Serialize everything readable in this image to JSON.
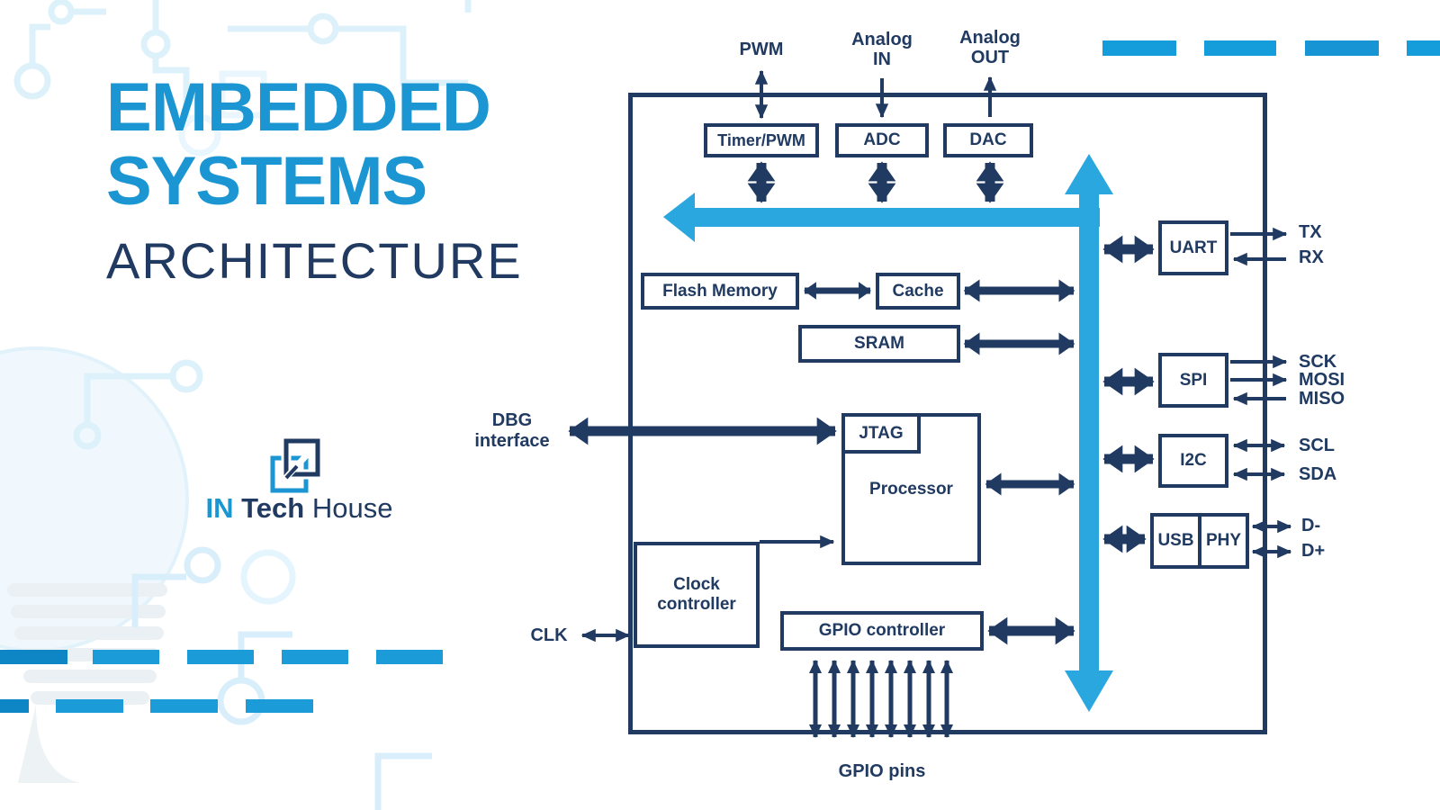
{
  "title": {
    "line1": "EMBEDDED",
    "line2": "SYSTEMS",
    "line3": "ARCHITECTURE"
  },
  "logo": {
    "in": "IN",
    "tech": "Tech",
    "house": "House"
  },
  "colors": {
    "navy": "#203A61",
    "title_blue": "#1B96D2",
    "bus_blue": "#2BA7DF",
    "dash_blue": "#149CDB",
    "dash_blue_dark": "#0E86C6"
  },
  "blocks": {
    "timer_pwm": "Timer/PWM",
    "adc": "ADC",
    "dac": "DAC",
    "flash": "Flash Memory",
    "cache": "Cache",
    "sram": "SRAM",
    "jtag": "JTAG",
    "processor": "Processor",
    "clock_line1": "Clock",
    "clock_line2": "controller",
    "gpio_controller": "GPIO controller",
    "uart": "UART",
    "spi": "SPI",
    "i2c": "I2C",
    "usb": "USB",
    "phy": "PHY"
  },
  "ports": {
    "pwm": "PWM",
    "analog_in_line1": "Analog",
    "analog_in_line2": "IN",
    "analog_out_line1": "Analog",
    "analog_out_line2": "OUT",
    "tx": "TX",
    "rx": "RX",
    "sck": "SCK",
    "mosi": "MOSI",
    "miso": "MISO",
    "scl": "SCL",
    "sda": "SDA",
    "d_minus": "D-",
    "d_plus": "D+",
    "dbg_line1": "DBG",
    "dbg_line2": "interface",
    "clk": "CLK",
    "gpio_pins": "GPIO pins"
  }
}
